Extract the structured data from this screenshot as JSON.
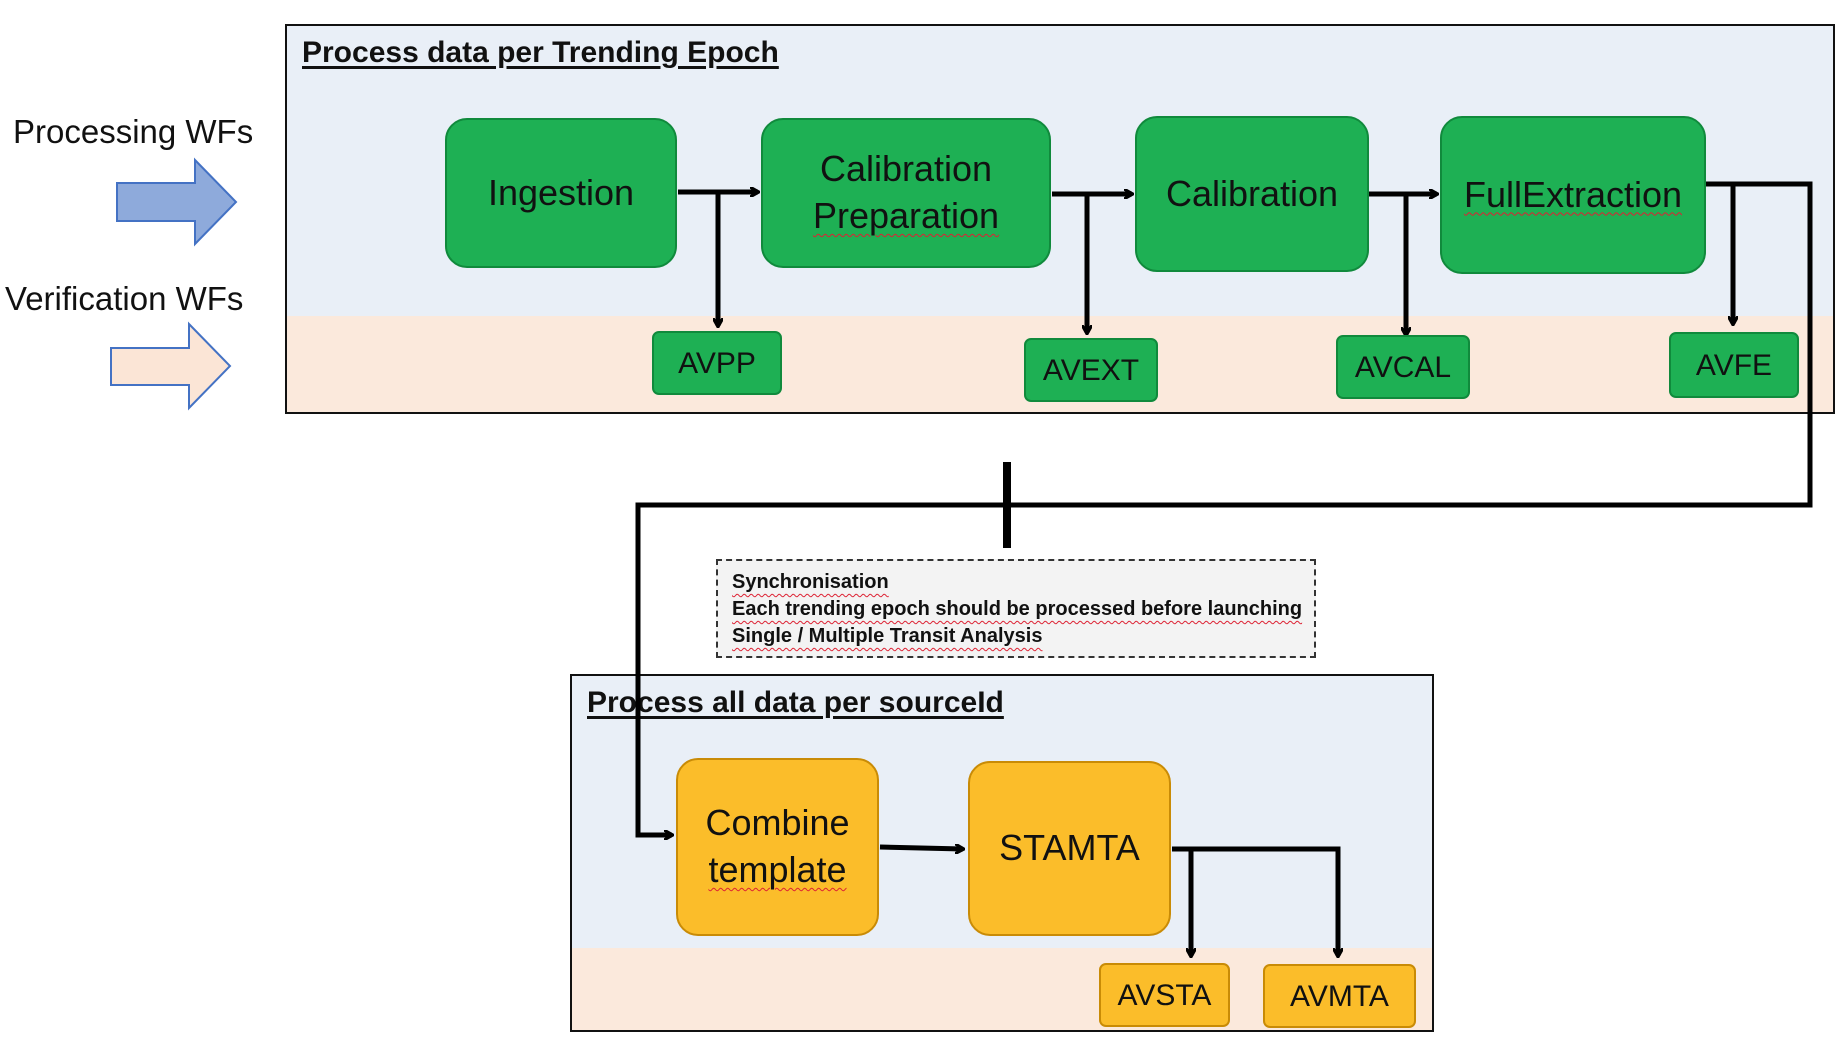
{
  "legend": {
    "processing_label": "Processing WFs",
    "verification_label": "Verification WFs",
    "processing_color": "#8eaadb",
    "verification_color": "#fbe5d6"
  },
  "panel_top": {
    "title": "Process data per Trending Epoch",
    "nodes": {
      "ingestion": "Ingestion",
      "calibration_preparation_line1": "Calibration",
      "calibration_preparation_line2": "Preparation",
      "calibration": "Calibration",
      "full_extraction": "FullExtraction"
    },
    "verification_nodes": {
      "avpp": "AVPP",
      "avext": "AVEXT",
      "avcal": "AVCAL",
      "avfe": "AVFE"
    }
  },
  "sync_note": {
    "heading": "Synchronisation",
    "line1": "Each trending epoch should be processed before launching",
    "line2": "Single / Multiple Transit Analysis"
  },
  "panel_bottom": {
    "title": "Process all data per sourceId",
    "nodes": {
      "combine_line1": "Combine",
      "combine_line2": "template",
      "stamta": "STAMTA"
    },
    "verification_nodes": {
      "avsta": "AVSTA",
      "avmta": "AVMTA"
    }
  },
  "colors": {
    "processing_band": "#e9eff7",
    "verification_band": "#fbe9dc",
    "green_node": "#1eb054",
    "orange_node": "#fbbd2a"
  }
}
